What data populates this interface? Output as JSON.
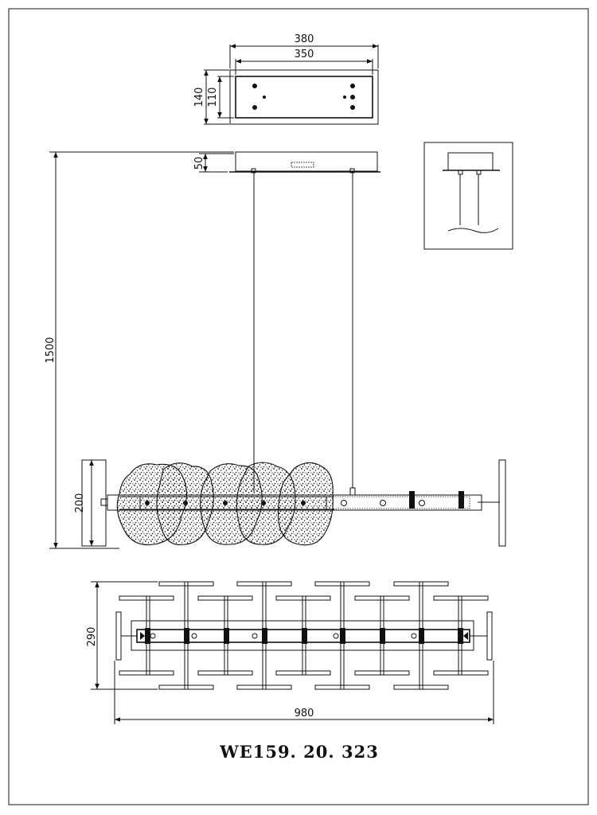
{
  "dimensions": {
    "canopy_outer_width": "380",
    "canopy_inner_width": "350",
    "canopy_outer_depth": "140",
    "canopy_inner_depth": "110",
    "canopy_height": "50",
    "total_height": "1500",
    "body_height": "200",
    "body_depth": "290",
    "body_length": "980"
  },
  "model_number": "WE159. 20. 323"
}
